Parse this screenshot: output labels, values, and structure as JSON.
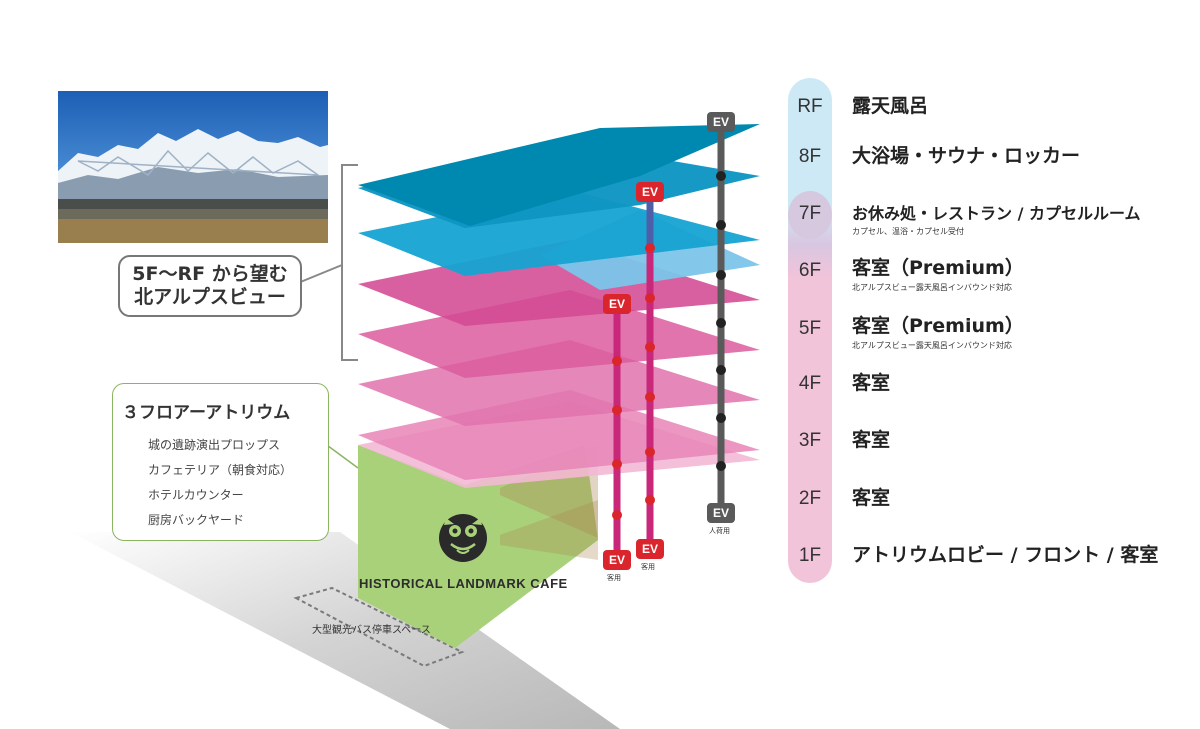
{
  "floors": [
    {
      "tag": "RF",
      "main": "露天風呂",
      "sub": ""
    },
    {
      "tag": "8F",
      "main": "大浴場・サウナ・ロッカー",
      "sub": ""
    },
    {
      "tag": "7F",
      "main": "お休み処・レストラン / カプセルルーム",
      "sub": "カプセル、温浴・カプセル受付"
    },
    {
      "tag": "6F",
      "main": "客室（Premium）",
      "sub": "北アルプスビュー露天風呂インバウンド対応"
    },
    {
      "tag": "5F",
      "main": "客室（Premium）",
      "sub": "北アルプスビュー露天風呂インバウンド対応"
    },
    {
      "tag": "4F",
      "main": "客室",
      "sub": ""
    },
    {
      "tag": "3F",
      "main": "客室",
      "sub": ""
    },
    {
      "tag": "2F",
      "main": "客室",
      "sub": ""
    },
    {
      "tag": "1F",
      "main": "アトリウムロビー / フロント / 客室",
      "sub": ""
    }
  ],
  "view_callout": {
    "line1": "5F〜RF から望む",
    "line2": "北アルプスビュー"
  },
  "atrium": {
    "title": "３フロアーアトリウム",
    "items": [
      "城の遺跡演出プロップス",
      "カフェテリア（朝食対応）",
      "ホテルカウンター",
      "厨房バックヤード"
    ]
  },
  "cafe": {
    "name": "HISTORICAL LANDMARK CAFE"
  },
  "bus_area": "大型観光バス停車スペース",
  "elevators": {
    "label": "EV",
    "guest_label": "客用",
    "cargo_label": "人荷用"
  },
  "colors": {
    "top_dark": "#0089b0",
    "top_mid": "#16a3d2",
    "top_light": "#7cc5ea",
    "pink_dark": "#cc3a8a",
    "pink_mid": "#dc5c9e",
    "pink_light": "#f3b8d5",
    "green": "#a9d17a",
    "ev_red": "#d9252b",
    "ev_gray": "#5a5a5a",
    "bar_blue": "#cfe8f5",
    "bar_pink": "#f1c4da"
  }
}
